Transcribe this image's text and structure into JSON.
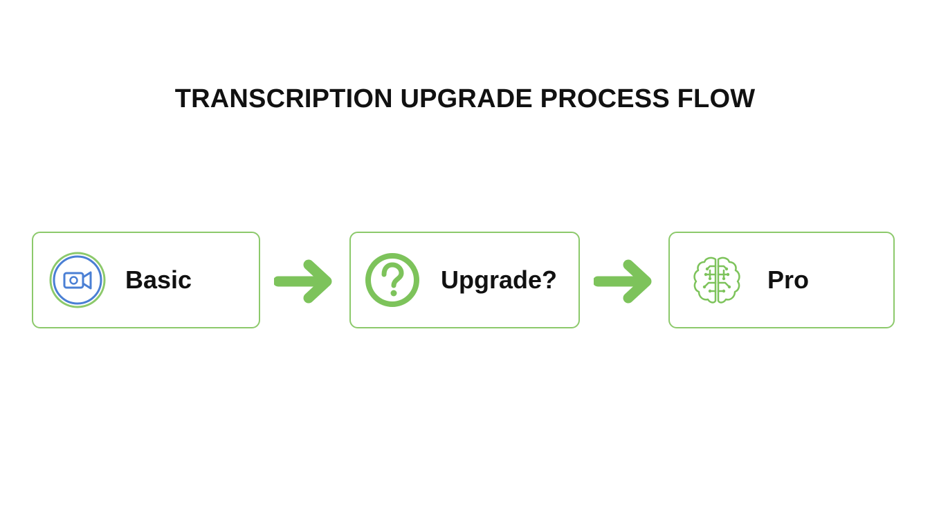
{
  "title": "TRANSCRIPTION UPGRADE PROCESS FLOW",
  "steps": [
    {
      "label": "Basic",
      "icon": "video-camera-icon",
      "icon_color": "#4a7fd4",
      "ring_color": "#8cc96b"
    },
    {
      "label": "Upgrade?",
      "icon": "question-mark-icon",
      "icon_color": "#7dc35b"
    },
    {
      "label": "Pro",
      "icon": "brain-circuit-icon",
      "icon_color": "#7dc35b"
    }
  ],
  "colors": {
    "border": "#8cc96b",
    "arrow": "#7dc35b",
    "text": "#111111"
  }
}
